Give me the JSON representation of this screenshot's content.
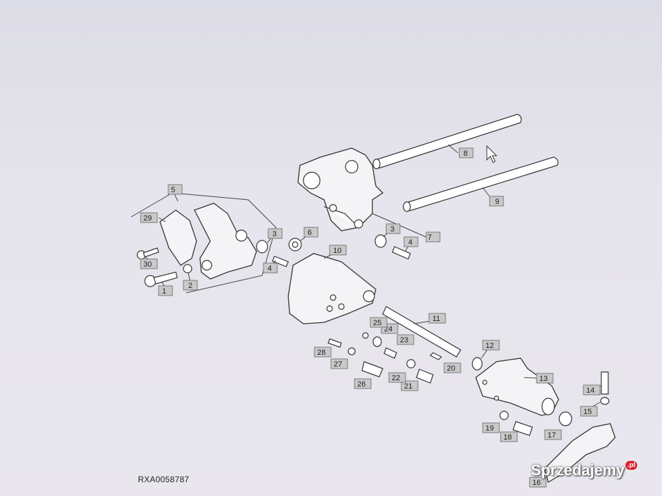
{
  "callouts": [
    {
      "id": "c1",
      "label": "1"
    },
    {
      "id": "c2",
      "label": "2"
    },
    {
      "id": "c3a",
      "label": "3"
    },
    {
      "id": "c3b",
      "label": "3"
    },
    {
      "id": "c4a",
      "label": "4"
    },
    {
      "id": "c4b",
      "label": "4"
    },
    {
      "id": "c5",
      "label": "5"
    },
    {
      "id": "c6",
      "label": "6"
    },
    {
      "id": "c7",
      "label": "7"
    },
    {
      "id": "c8",
      "label": "8"
    },
    {
      "id": "c9",
      "label": "9"
    },
    {
      "id": "c10",
      "label": "10"
    },
    {
      "id": "c11",
      "label": "11"
    },
    {
      "id": "c12",
      "label": "12"
    },
    {
      "id": "c13",
      "label": "13"
    },
    {
      "id": "c14",
      "label": "14"
    },
    {
      "id": "c15",
      "label": "15"
    },
    {
      "id": "c16",
      "label": "16"
    },
    {
      "id": "c17",
      "label": "17"
    },
    {
      "id": "c18",
      "label": "18"
    },
    {
      "id": "c19",
      "label": "19"
    },
    {
      "id": "c20",
      "label": "20"
    },
    {
      "id": "c21",
      "label": "21"
    },
    {
      "id": "c22",
      "label": "22"
    },
    {
      "id": "c23",
      "label": "23"
    },
    {
      "id": "c24",
      "label": "24"
    },
    {
      "id": "c25",
      "label": "25"
    },
    {
      "id": "c26",
      "label": "26"
    },
    {
      "id": "c27",
      "label": "27"
    },
    {
      "id": "c28",
      "label": "28"
    },
    {
      "id": "c29",
      "label": "29"
    },
    {
      "id": "c30",
      "label": "30"
    }
  ],
  "reference_code": "RXA0058787",
  "watermark": {
    "text": "Sprzedajemy",
    "badge": ".pl"
  },
  "cursor_icon": "arrow-cursor-icon"
}
